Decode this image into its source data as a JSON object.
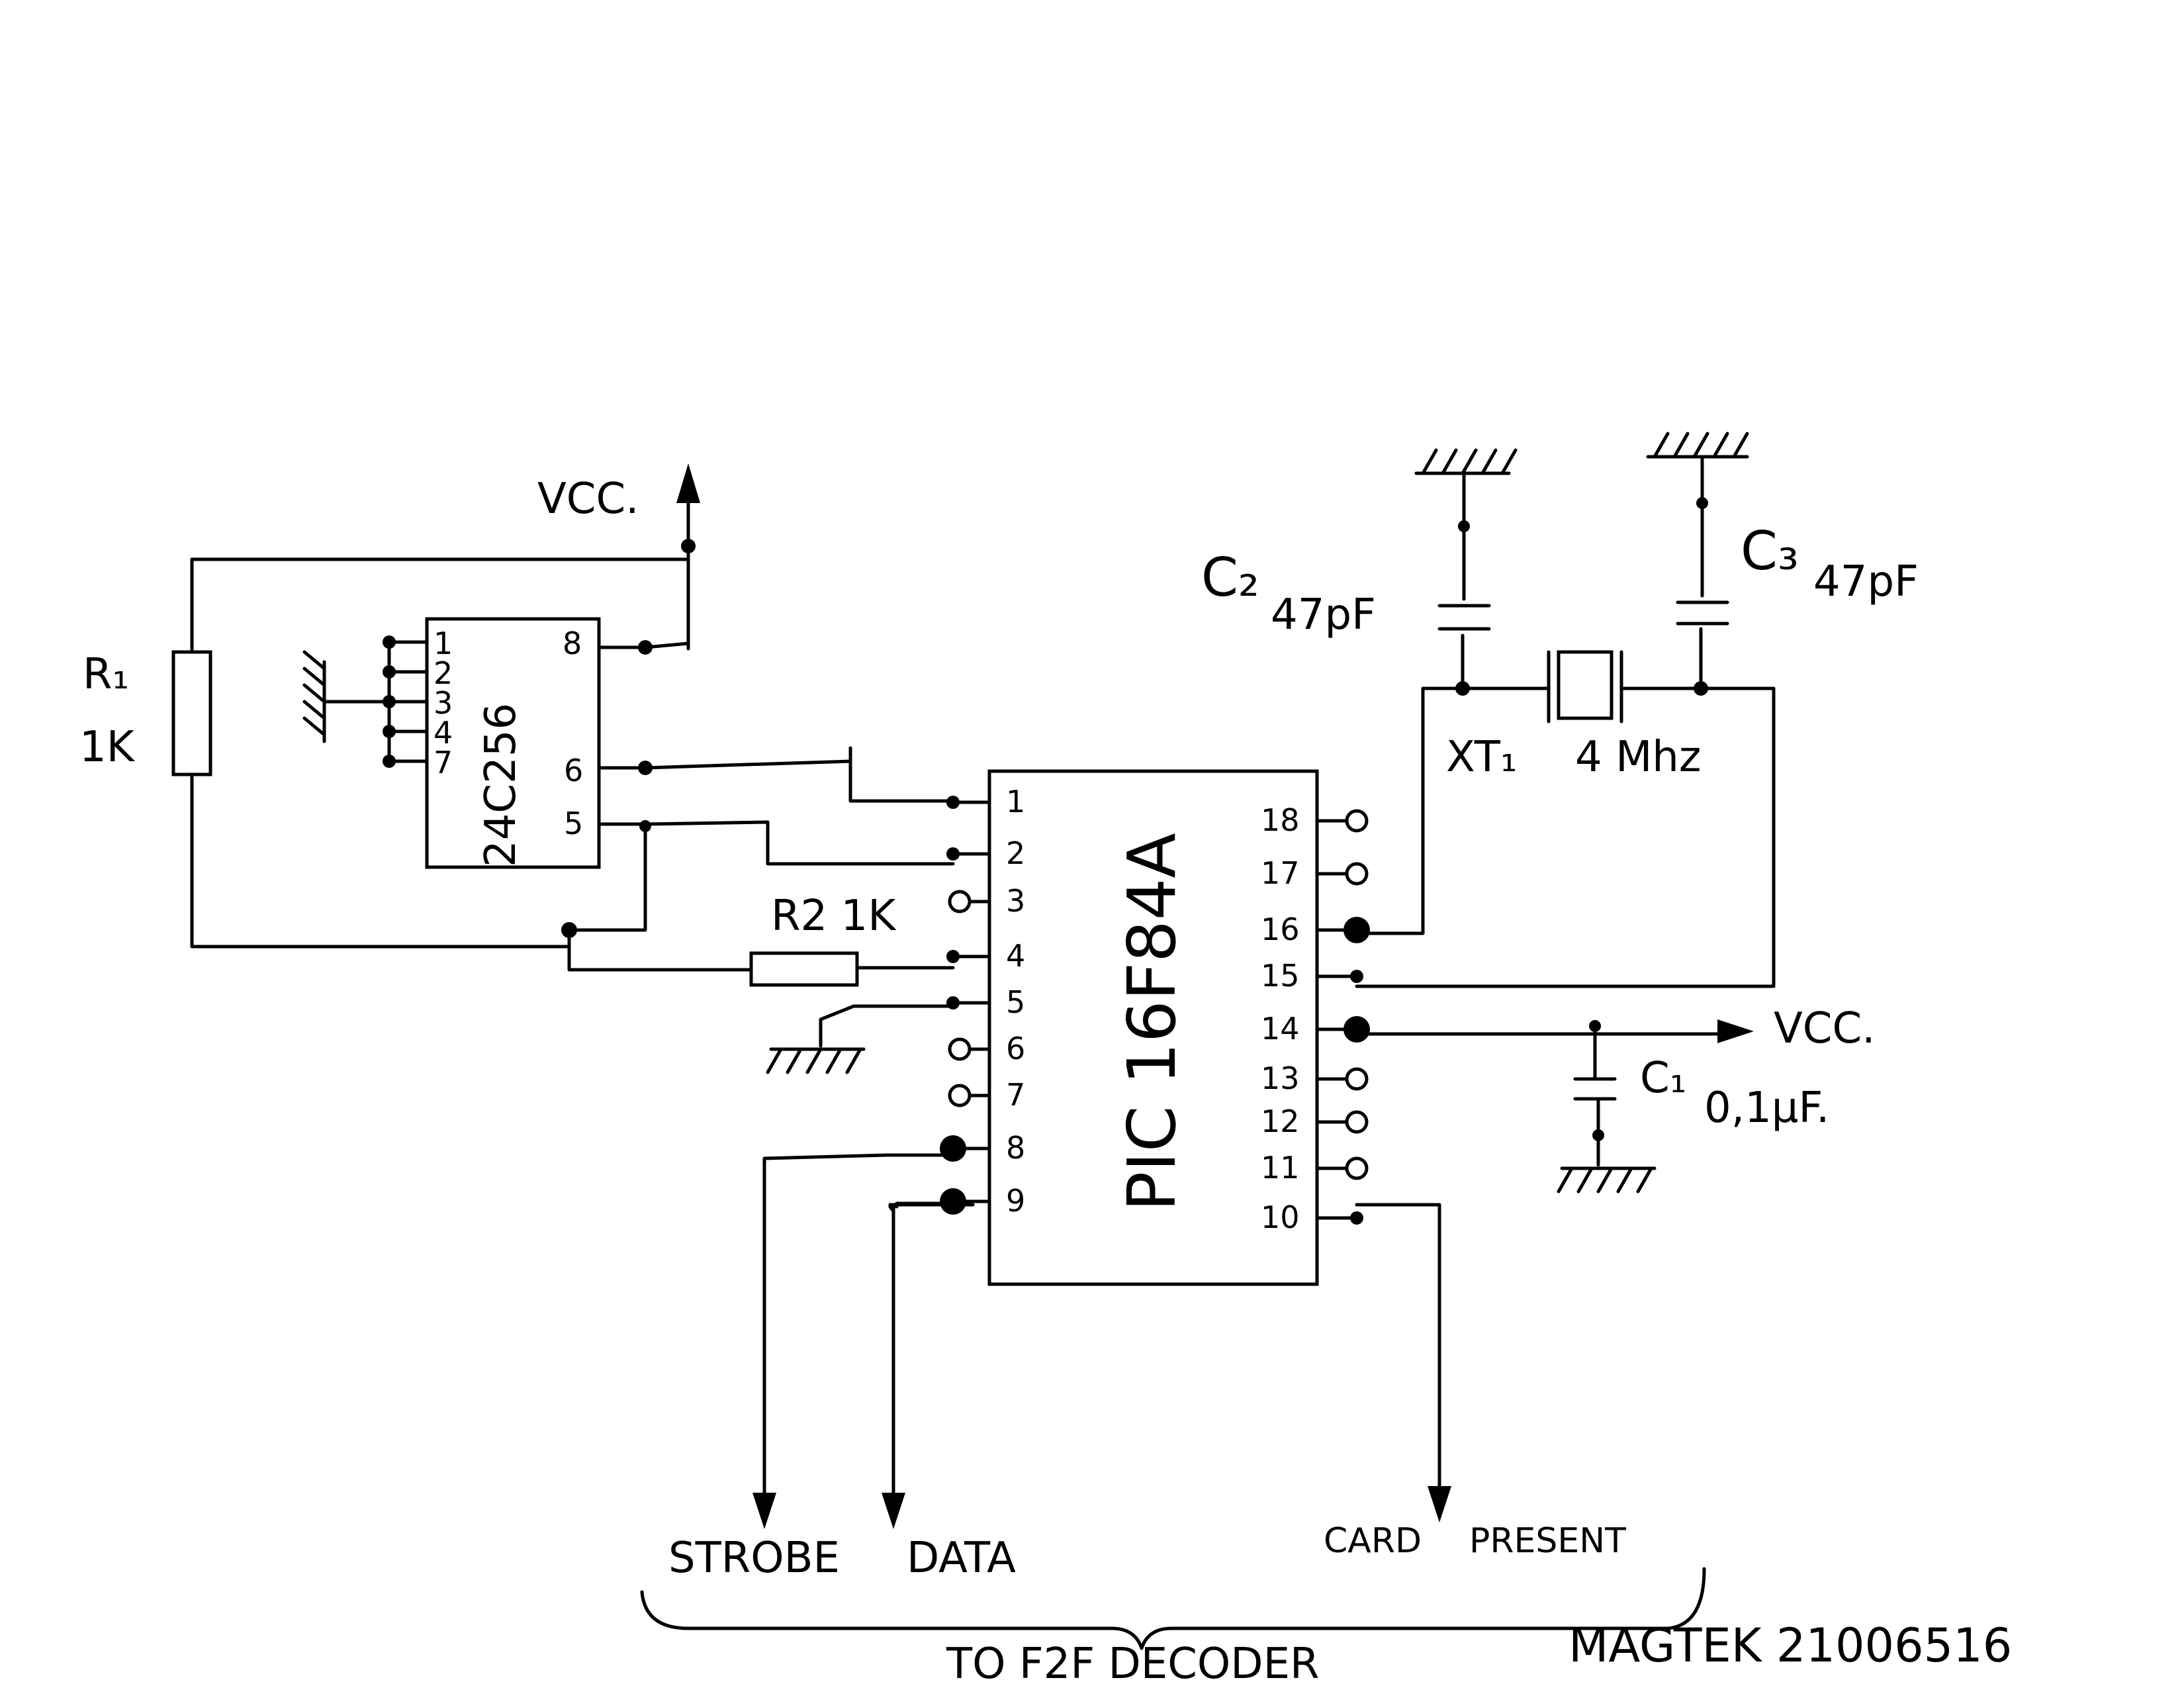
{
  "components": {
    "eeprom": {
      "label": "24C256",
      "pins": [
        "1",
        "2",
        "3",
        "4",
        "7",
        "8",
        "6",
        "5"
      ]
    },
    "mcu": {
      "label": "PIC 16F84A",
      "left_pins": [
        "1",
        "2",
        "3",
        "4",
        "5",
        "6",
        "7",
        "8",
        "9"
      ],
      "right_pins": [
        "18",
        "17",
        "16",
        "15",
        "14",
        "13",
        "12",
        "11",
        "10"
      ]
    },
    "r1": {
      "name": "R₁",
      "value": "1K"
    },
    "r2": {
      "label": "R2 1K"
    },
    "c1": {
      "name": "C₁",
      "value": "0,1µF."
    },
    "c2": {
      "name": "C₂",
      "value": "47pF"
    },
    "c3": {
      "name": "C₃",
      "value": "47pF"
    },
    "xt1": {
      "name": "XT₁",
      "value": "4 Mhz"
    }
  },
  "supply": {
    "top": "VCC.",
    "right": "VCC."
  },
  "outputs": [
    "STROBE",
    "DATA",
    "CARD",
    "PRESENT"
  ],
  "brace_label": "TO F2F DECODER",
  "footer": "MAGTEK 21006516",
  "icons": [
    "ground-icon",
    "supply-arrow-icon",
    "resistor-icon",
    "capacitor-icon",
    "crystal-icon"
  ]
}
